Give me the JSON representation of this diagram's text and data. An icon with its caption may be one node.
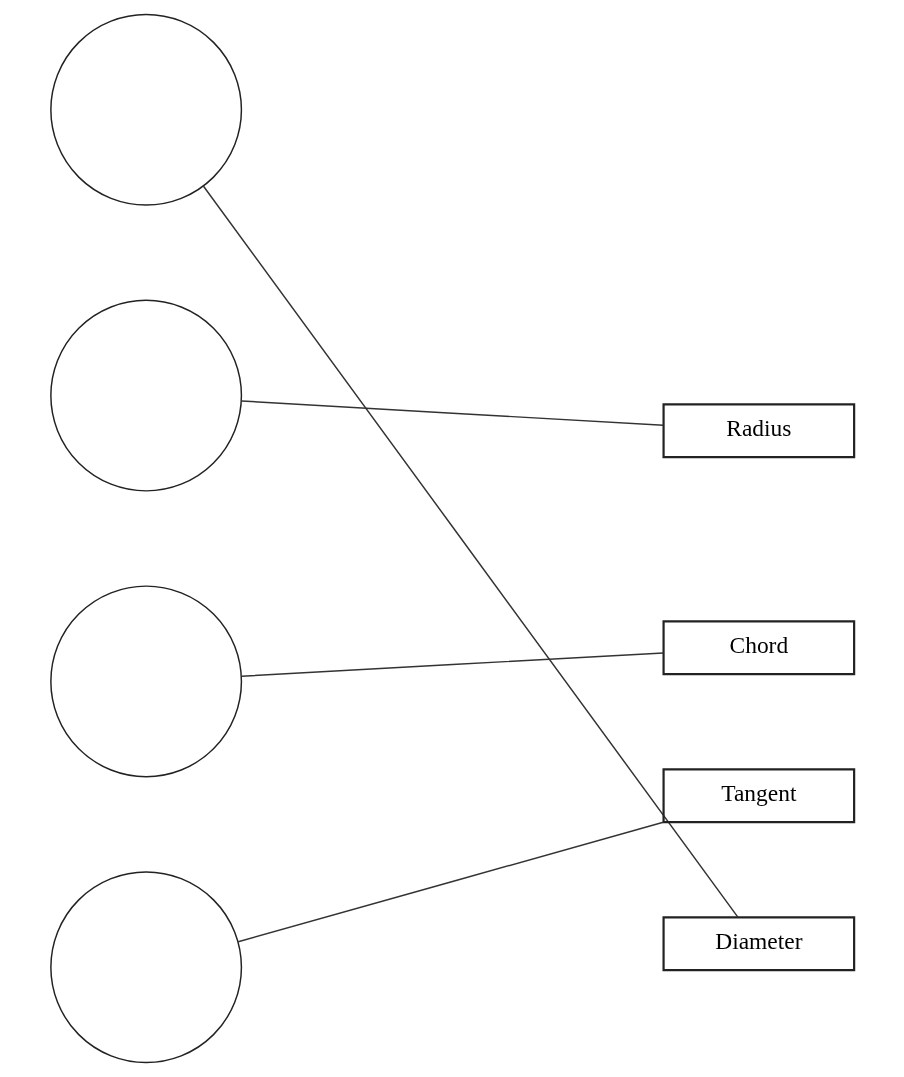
{
  "diagram": {
    "nodes": [
      {
        "text": [],
        "shape": "circle"
      },
      {
        "text": [
          "Radius"
        ]
      },
      {
        "text": [],
        "shape": "circle"
      },
      {
        "text": [
          "Chord"
        ]
      },
      {
        "text": [],
        "shape": "circle"
      },
      {
        "text": [
          "Tangent"
        ]
      },
      {
        "text": [],
        "shape": "circle"
      },
      {
        "text": [
          "Diameter"
        ]
      }
    ],
    "edges": [
      {
        "from": 0,
        "to": 7,
        "arrow": "none"
      },
      {
        "from": 2,
        "to": 1,
        "arrow": "none"
      },
      {
        "from": 4,
        "to": 3,
        "arrow": "none"
      },
      {
        "from": 6,
        "to": 5,
        "arrow": "none"
      }
    ]
  }
}
